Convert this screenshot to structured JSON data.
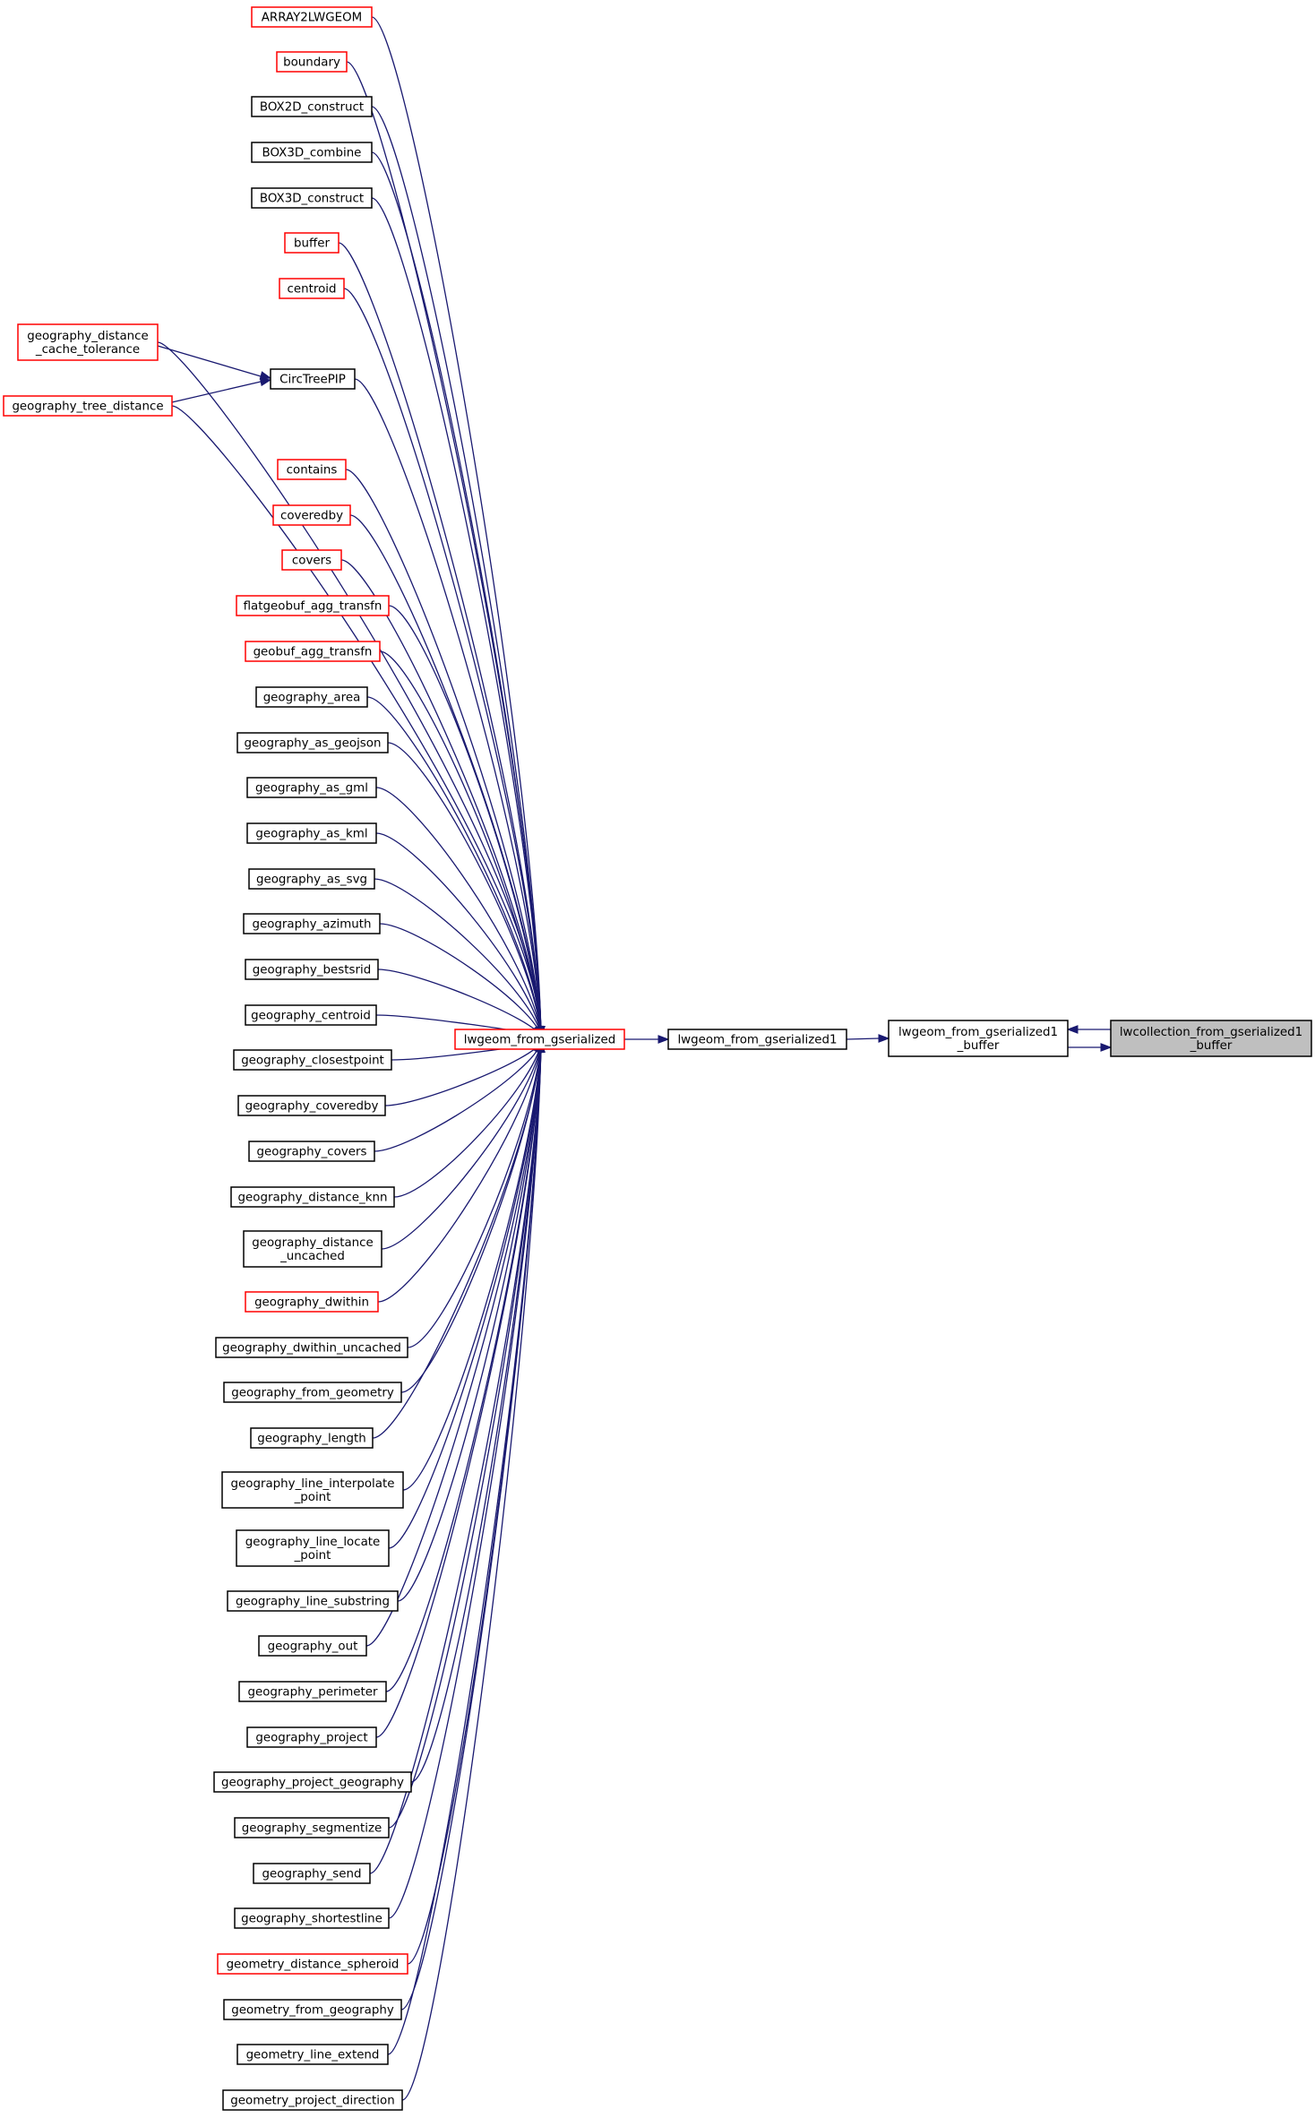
{
  "graph": {
    "edge_color": "#191970",
    "highlight_fill": "#bfbfbf",
    "node_border_default": "#000000",
    "node_border_red": "#ff0000",
    "nodes": [
      {
        "id": "n0",
        "lines": [
          "lwcollection_from_gserialized1",
          "_buffer"
        ],
        "border": "black",
        "fill": "gray"
      },
      {
        "id": "n1",
        "lines": [
          "lwgeom_from_gserialized1",
          "_buffer"
        ],
        "border": "black"
      },
      {
        "id": "n2",
        "lines": [
          "lwgeom_from_gserialized1"
        ],
        "border": "black"
      },
      {
        "id": "n3",
        "lines": [
          "lwgeom_from_gserialized"
        ],
        "border": "red"
      },
      {
        "id": "n4",
        "lines": [
          "ARRAY2LWGEOM"
        ],
        "border": "red"
      },
      {
        "id": "n5",
        "lines": [
          "boundary"
        ],
        "border": "red"
      },
      {
        "id": "n6",
        "lines": [
          "BOX2D_construct"
        ],
        "border": "black"
      },
      {
        "id": "n7",
        "lines": [
          "BOX3D_combine"
        ],
        "border": "black"
      },
      {
        "id": "n8",
        "lines": [
          "BOX3D_construct"
        ],
        "border": "black"
      },
      {
        "id": "n9",
        "lines": [
          "buffer"
        ],
        "border": "red"
      },
      {
        "id": "n10",
        "lines": [
          "centroid"
        ],
        "border": "red"
      },
      {
        "id": "n11",
        "lines": [
          "CircTreePIP"
        ],
        "border": "black"
      },
      {
        "id": "n12",
        "lines": [
          "geography_distance",
          "_cache_tolerance"
        ],
        "border": "red"
      },
      {
        "id": "n13",
        "lines": [
          "geography_tree_distance"
        ],
        "border": "red"
      },
      {
        "id": "n14",
        "lines": [
          "contains"
        ],
        "border": "red"
      },
      {
        "id": "n15",
        "lines": [
          "coveredby"
        ],
        "border": "red"
      },
      {
        "id": "n16",
        "lines": [
          "covers"
        ],
        "border": "red"
      },
      {
        "id": "n17",
        "lines": [
          "flatgeobuf_agg_transfn"
        ],
        "border": "red"
      },
      {
        "id": "n18",
        "lines": [
          "geobuf_agg_transfn"
        ],
        "border": "red"
      },
      {
        "id": "n19",
        "lines": [
          "geography_area"
        ],
        "border": "black"
      },
      {
        "id": "n20",
        "lines": [
          "geography_as_geojson"
        ],
        "border": "black"
      },
      {
        "id": "n21",
        "lines": [
          "geography_as_gml"
        ],
        "border": "black"
      },
      {
        "id": "n22",
        "lines": [
          "geography_as_kml"
        ],
        "border": "black"
      },
      {
        "id": "n23",
        "lines": [
          "geography_as_svg"
        ],
        "border": "black"
      },
      {
        "id": "n24",
        "lines": [
          "geography_azimuth"
        ],
        "border": "black"
      },
      {
        "id": "n25",
        "lines": [
          "geography_bestsrid"
        ],
        "border": "black"
      },
      {
        "id": "n26",
        "lines": [
          "geography_centroid"
        ],
        "border": "black"
      },
      {
        "id": "n27",
        "lines": [
          "geography_closestpoint"
        ],
        "border": "black"
      },
      {
        "id": "n28",
        "lines": [
          "geography_coveredby"
        ],
        "border": "black"
      },
      {
        "id": "n29",
        "lines": [
          "geography_covers"
        ],
        "border": "black"
      },
      {
        "id": "n30",
        "lines": [
          "geography_distance_knn"
        ],
        "border": "black"
      },
      {
        "id": "n31",
        "lines": [
          "geography_distance",
          "_uncached"
        ],
        "border": "black"
      },
      {
        "id": "n32",
        "lines": [
          "geography_dwithin"
        ],
        "border": "red"
      },
      {
        "id": "n33",
        "lines": [
          "geography_dwithin_uncached"
        ],
        "border": "black"
      },
      {
        "id": "n34",
        "lines": [
          "geography_from_geometry"
        ],
        "border": "black"
      },
      {
        "id": "n35",
        "lines": [
          "geography_length"
        ],
        "border": "black"
      },
      {
        "id": "n36",
        "lines": [
          "geography_line_interpolate",
          "_point"
        ],
        "border": "black"
      },
      {
        "id": "n37",
        "lines": [
          "geography_line_locate",
          "_point"
        ],
        "border": "black"
      },
      {
        "id": "n38",
        "lines": [
          "geography_line_substring"
        ],
        "border": "black"
      },
      {
        "id": "n39",
        "lines": [
          "geography_out"
        ],
        "border": "black"
      },
      {
        "id": "n40",
        "lines": [
          "geography_perimeter"
        ],
        "border": "black"
      },
      {
        "id": "n41",
        "lines": [
          "geography_project"
        ],
        "border": "black"
      },
      {
        "id": "n42",
        "lines": [
          "geography_project_geography"
        ],
        "border": "black"
      },
      {
        "id": "n43",
        "lines": [
          "geography_segmentize"
        ],
        "border": "black"
      },
      {
        "id": "n44",
        "lines": [
          "geography_send"
        ],
        "border": "black"
      },
      {
        "id": "n45",
        "lines": [
          "geography_shortestline"
        ],
        "border": "black"
      },
      {
        "id": "n46",
        "lines": [
          "geometry_distance_spheroid"
        ],
        "border": "red"
      },
      {
        "id": "n47",
        "lines": [
          "geometry_from_geography"
        ],
        "border": "black"
      },
      {
        "id": "n48",
        "lines": [
          "geometry_line_extend"
        ],
        "border": "black"
      },
      {
        "id": "n49",
        "lines": [
          "geometry_project_direction"
        ],
        "border": "black"
      }
    ],
    "edges": [
      {
        "from": "n1",
        "to": "n0"
      },
      {
        "from": "n0",
        "to": "n1"
      },
      {
        "from": "n2",
        "to": "n1"
      },
      {
        "from": "n3",
        "to": "n2"
      },
      {
        "from": "n4",
        "to": "n3"
      },
      {
        "from": "n5",
        "to": "n3"
      },
      {
        "from": "n6",
        "to": "n3"
      },
      {
        "from": "n7",
        "to": "n3"
      },
      {
        "from": "n8",
        "to": "n3"
      },
      {
        "from": "n9",
        "to": "n3"
      },
      {
        "from": "n10",
        "to": "n3"
      },
      {
        "from": "n12",
        "to": "n3"
      },
      {
        "from": "n12",
        "to": "n11"
      },
      {
        "from": "n13",
        "to": "n11"
      },
      {
        "from": "n11",
        "to": "n3"
      },
      {
        "from": "n13",
        "to": "n3"
      },
      {
        "from": "n14",
        "to": "n3"
      },
      {
        "from": "n15",
        "to": "n3"
      },
      {
        "from": "n16",
        "to": "n3"
      },
      {
        "from": "n17",
        "to": "n3"
      },
      {
        "from": "n18",
        "to": "n3"
      },
      {
        "from": "n19",
        "to": "n3"
      },
      {
        "from": "n20",
        "to": "n3"
      },
      {
        "from": "n21",
        "to": "n3"
      },
      {
        "from": "n22",
        "to": "n3"
      },
      {
        "from": "n23",
        "to": "n3"
      },
      {
        "from": "n24",
        "to": "n3"
      },
      {
        "from": "n25",
        "to": "n3"
      },
      {
        "from": "n26",
        "to": "n3"
      },
      {
        "from": "n27",
        "to": "n3"
      },
      {
        "from": "n28",
        "to": "n3"
      },
      {
        "from": "n29",
        "to": "n3"
      },
      {
        "from": "n30",
        "to": "n3"
      },
      {
        "from": "n31",
        "to": "n3"
      },
      {
        "from": "n32",
        "to": "n3"
      },
      {
        "from": "n33",
        "to": "n3"
      },
      {
        "from": "n34",
        "to": "n3"
      },
      {
        "from": "n35",
        "to": "n3"
      },
      {
        "from": "n36",
        "to": "n3"
      },
      {
        "from": "n37",
        "to": "n3"
      },
      {
        "from": "n38",
        "to": "n3"
      },
      {
        "from": "n39",
        "to": "n3"
      },
      {
        "from": "n40",
        "to": "n3"
      },
      {
        "from": "n41",
        "to": "n3"
      },
      {
        "from": "n42",
        "to": "n3"
      },
      {
        "from": "n43",
        "to": "n3"
      },
      {
        "from": "n44",
        "to": "n3"
      },
      {
        "from": "n45",
        "to": "n3"
      },
      {
        "from": "n46",
        "to": "n3"
      },
      {
        "from": "n47",
        "to": "n3"
      },
      {
        "from": "n48",
        "to": "n3"
      },
      {
        "from": "n49",
        "to": "n3"
      }
    ]
  }
}
